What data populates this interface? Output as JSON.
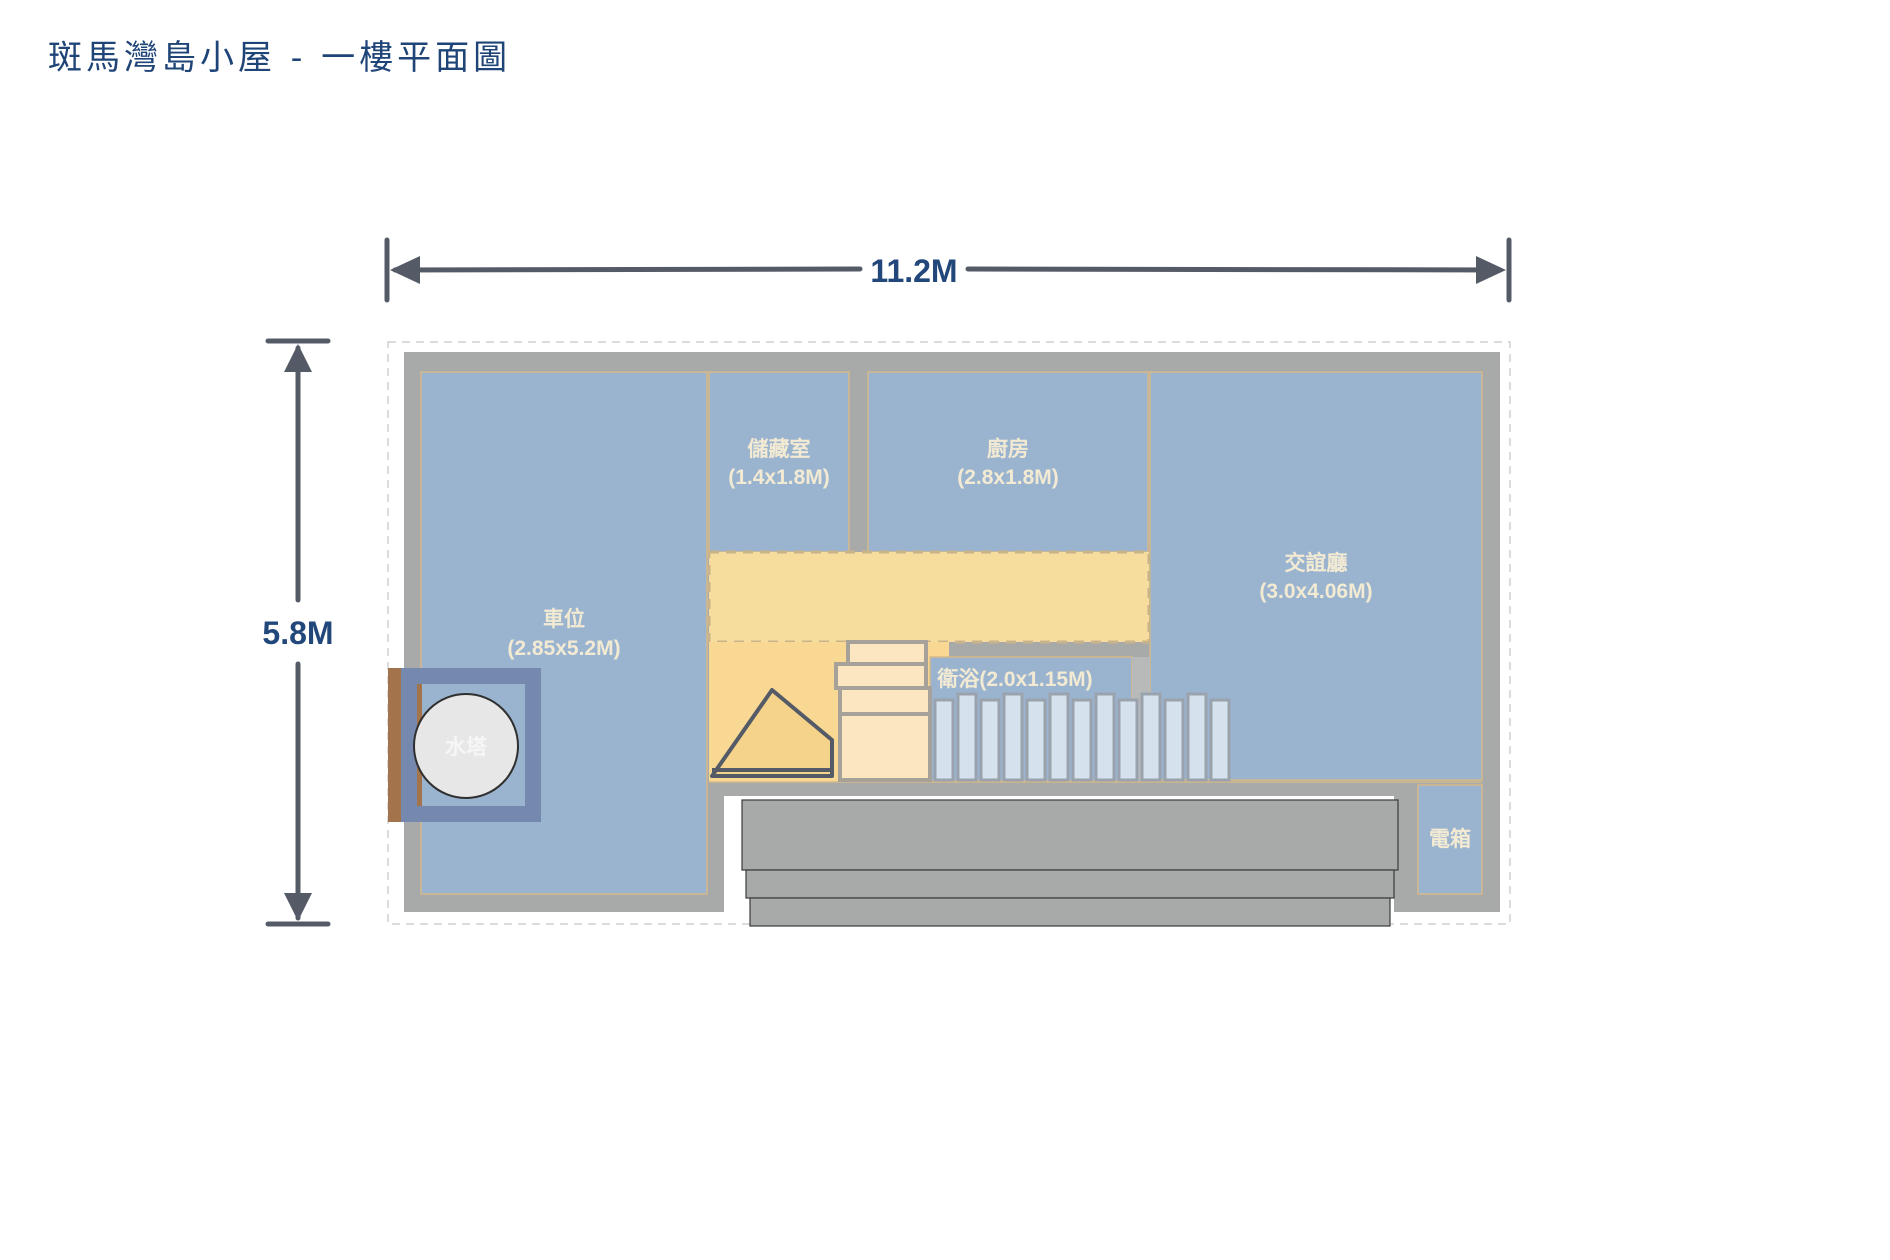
{
  "title": "斑馬灣島小屋 - 一樓平面圖",
  "dimensions": {
    "width": "11.2M",
    "height": "5.8M"
  },
  "rooms": {
    "parking": {
      "name": "車位",
      "size": "(2.85x5.2M)"
    },
    "storage": {
      "name": "儲藏室",
      "size": "(1.4x1.8M)"
    },
    "kitchen": {
      "name": "廚房",
      "size": "(2.8x1.8M)"
    },
    "lounge": {
      "name": "交誼廳",
      "size": "(3.0x4.06M)"
    },
    "bathroom": {
      "label": "衛浴(2.0x1.15M)"
    },
    "water_tower": {
      "label": "水塔"
    },
    "electric_box": {
      "label": "電箱"
    }
  },
  "colors": {
    "wall": "#a8a9a9",
    "room": "#9ab4cf",
    "hall": "#f6dd9e",
    "dimension": "#22477a",
    "title": "#1f4477"
  }
}
